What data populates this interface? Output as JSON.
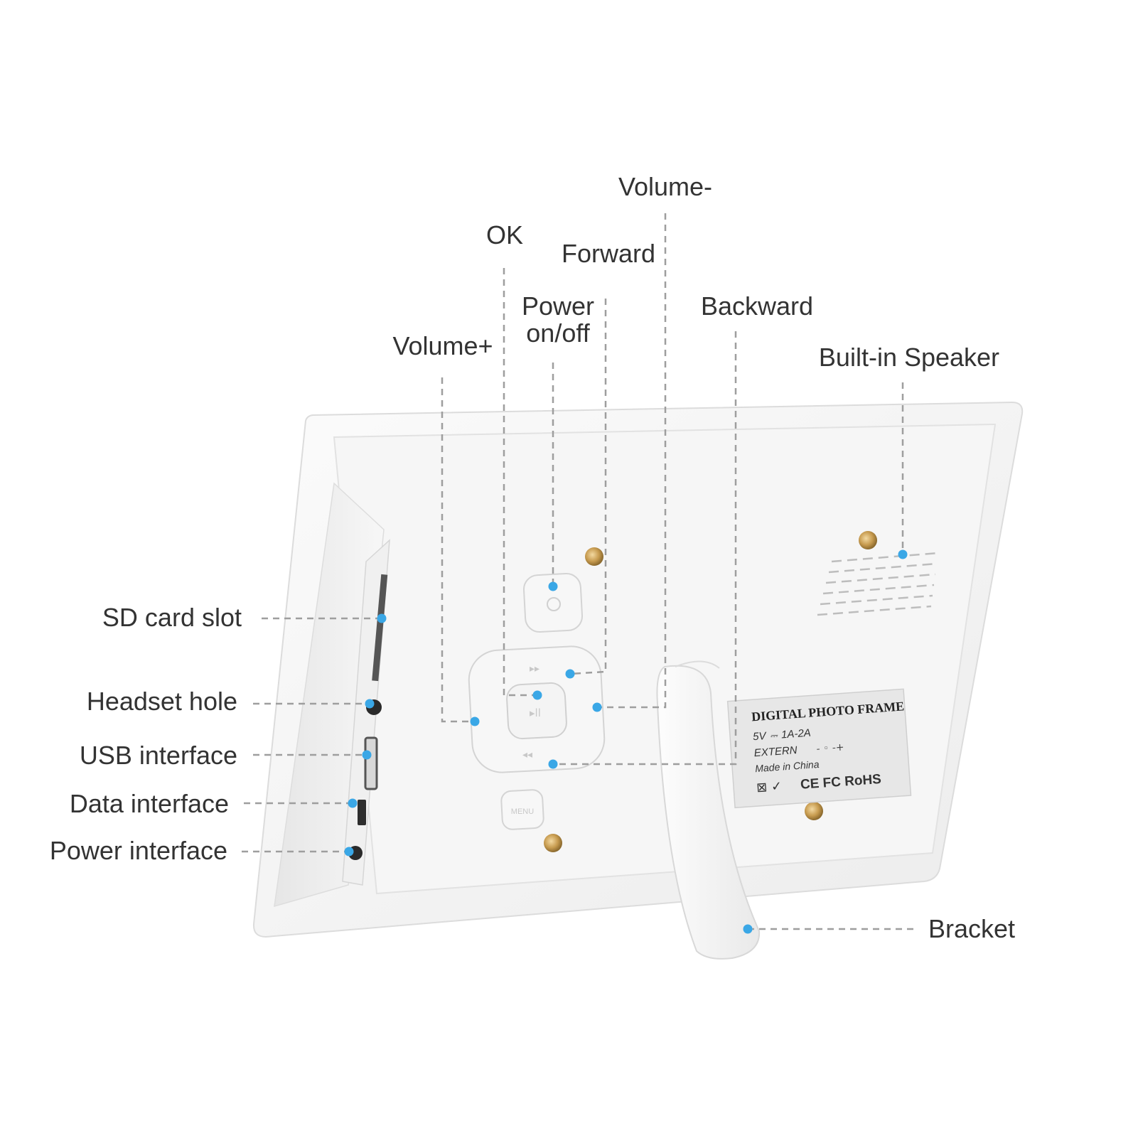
{
  "labels": {
    "volume_minus": "Volume-",
    "ok": "OK",
    "forward": "Forward",
    "power": "Power\non/off",
    "backward": "Backward",
    "volume_plus": "Volume+",
    "speaker": "Built-in Speaker",
    "sd_card": "SD card slot",
    "headset": "Headset hole",
    "usb": "USB interface",
    "data": "Data interface",
    "power_interface": "Power interface",
    "bracket": "Bracket"
  },
  "sticker": {
    "title": "DIGITAL PHOTO FRAME",
    "voltage": "5V",
    "current": "1A-2A",
    "extern": "EXTERN",
    "made_in": "Made in China",
    "marks": "CE FC RoHS"
  },
  "device_buttons": {
    "menu": "MENU"
  },
  "colors": {
    "dot": "#3aa7e6",
    "leader": "#9e9e9e",
    "text": "#333333",
    "frame": "#f4f4f4"
  }
}
